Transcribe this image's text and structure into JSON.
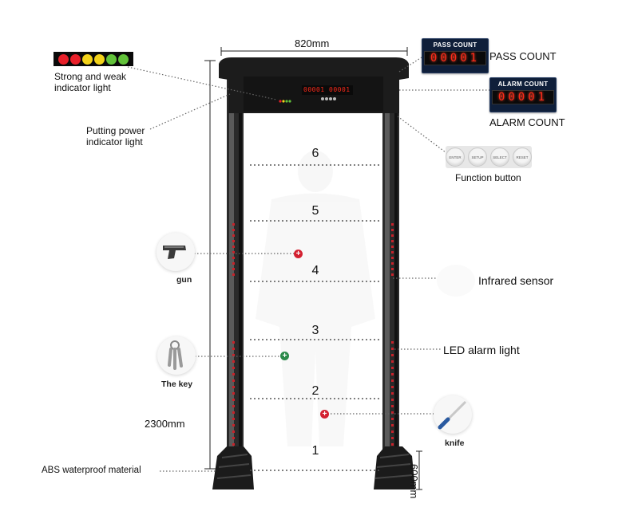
{
  "dimensions": {
    "width": "820mm",
    "height": "2300mm",
    "base": "600mm"
  },
  "zones": [
    "1",
    "2",
    "3",
    "4",
    "5",
    "6"
  ],
  "labels": {
    "strong_weak": "Strong and weak\nindicator light",
    "power": "Putting power\nindicator light",
    "function": "Function button",
    "infrared": "Infrared sensor",
    "led_alarm": "LED alarm light",
    "abs": "ABS waterproof material",
    "gun": "gun",
    "key": "The key",
    "knife": "knife"
  },
  "pass_count": {
    "title": "PASS COUNT",
    "value": "00001",
    "label": "PASS COUNT"
  },
  "alarm_count": {
    "title": "ALARM COUNT",
    "value": "00001",
    "label": "ALARM COUNT"
  },
  "function_buttons": [
    "ENTER",
    "SETUP",
    "SELECT",
    "RESET"
  ],
  "header_display": {
    "left": "00001",
    "right": "00001"
  },
  "indicator_colors": [
    "#e8202a",
    "#e8202a",
    "#f2d21a",
    "#f2d21a",
    "#62c23a",
    "#62c23a"
  ],
  "colors": {
    "panel": "#0f1f3a",
    "digit_red": "#ff2a1a",
    "alarm_led": "#c8222a",
    "marker_red": "#d32030",
    "marker_green": "#2a8a4a"
  }
}
